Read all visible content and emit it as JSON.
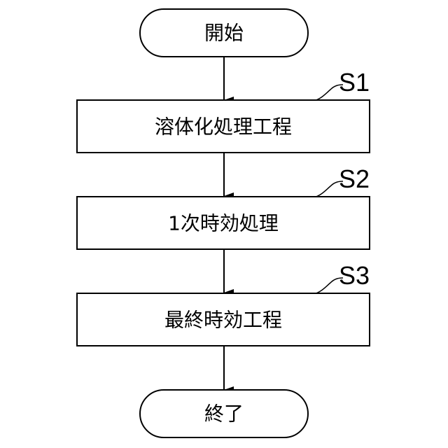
{
  "flowchart": {
    "start": {
      "label": "開始"
    },
    "steps": [
      {
        "id": "S1",
        "label": "溶体化処理工程"
      },
      {
        "id": "S2",
        "label": "1次時効処理"
      },
      {
        "id": "S3",
        "label": "最終時効工程"
      }
    ],
    "end": {
      "label": "終了"
    },
    "colors": {
      "stroke": "#000000",
      "fill": "#ffffff",
      "text": "#000000"
    }
  }
}
